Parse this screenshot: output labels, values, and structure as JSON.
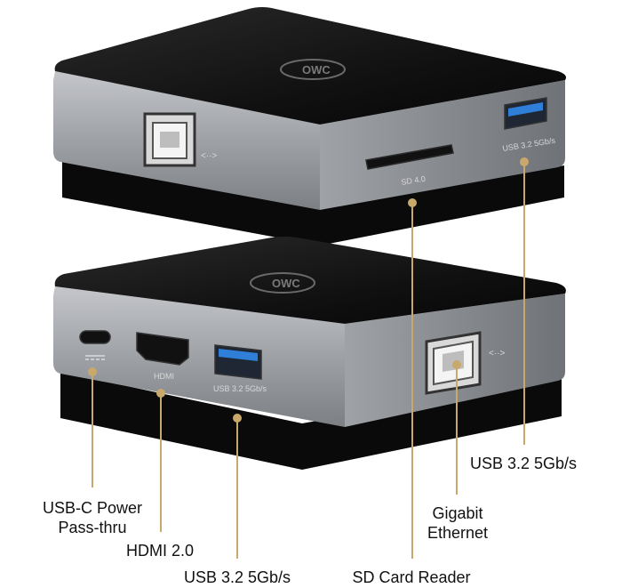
{
  "brand": {
    "logo_text": "OWC"
  },
  "top_device": {
    "ethernet_symbol": "<··>",
    "sd_port_label": "SD 4.0",
    "usb_port_label": "USB 3.2 5Gb/s"
  },
  "bottom_device": {
    "hdmi_port_label": "HDMI",
    "usb_port_label": "USB 3.2 5Gb/s",
    "ethernet_symbol": "<··>"
  },
  "callouts": {
    "usbc_power": {
      "line1": "USB-C Power",
      "line2": "Pass-thru"
    },
    "hdmi": "HDMI 2.0",
    "usb_bottom": "USB 3.2 5Gb/s",
    "sd_reader": "SD Card Reader",
    "ethernet": {
      "line1": "Gigabit",
      "line2": "Ethernet"
    },
    "usb_top": "USB 3.2 5Gb/s"
  },
  "colors": {
    "leader_line": "#c9a96b",
    "leader_dot": "#c9a96b",
    "shell": "#a7a9ad",
    "top_face": "#161616",
    "base": "#0a0a0a",
    "usb_blue": "#2f7ed8"
  }
}
